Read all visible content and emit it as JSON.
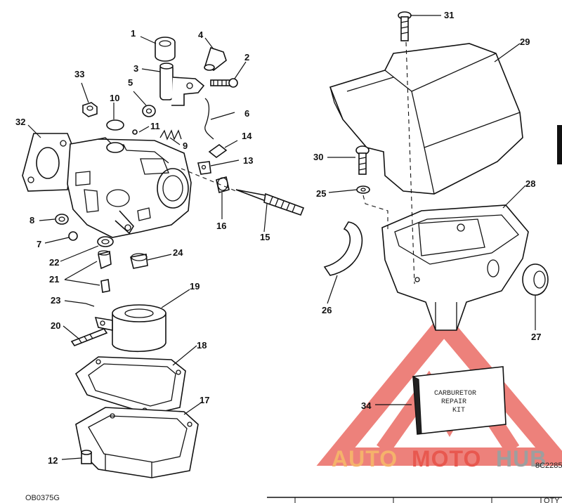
{
  "document_code": "OB0375G",
  "figure_code": "8C2285",
  "table_header_fragment": "QTY",
  "kit_label": {
    "line1": "CARBURETOR",
    "line2": "REPAIR",
    "line3": "KIT"
  },
  "watermark": {
    "part1": "AUTO",
    "part2": "MOTO",
    "part3": "HUB",
    "color_orange": "#f5b26b",
    "color_red": "#e8584f",
    "color_gray": "#9e9e9e"
  },
  "callouts": [
    "1",
    "2",
    "3",
    "4",
    "5",
    "6",
    "9",
    "10",
    "11",
    "12",
    "13",
    "14",
    "15",
    "16",
    "17",
    "18",
    "19",
    "20",
    "21",
    "22",
    "23",
    "24",
    "25",
    "26",
    "27",
    "28",
    "29",
    "30",
    "31",
    "32",
    "33",
    "34",
    "7",
    "8"
  ]
}
